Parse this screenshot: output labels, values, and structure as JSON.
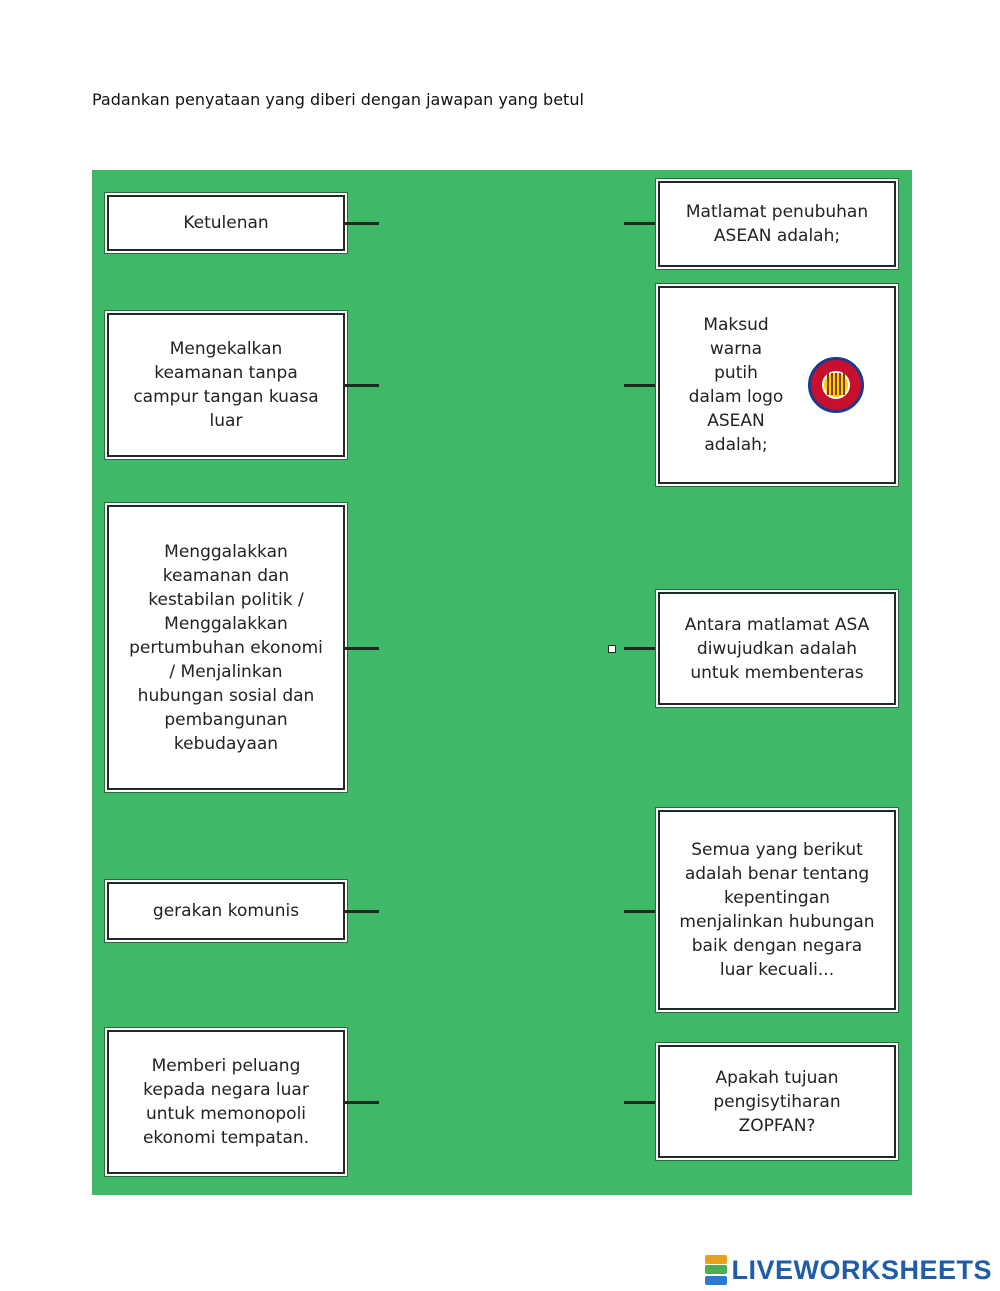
{
  "instruction": "Padankan penyataan yang diberi dengan jawapan yang betul",
  "answers": [
    "Ketulenan",
    "Mengekalkan\nkeamanan tanpa\ncampur tangan kuasa\nluar",
    "Menggalakkan\nkeamanan dan\nkestabilan politik /\nMenggalakkan\npertumbuhan ekonomi\n/ Menjalinkan\nhubungan sosial dan\npembangunan\nkebudayaan",
    "gerakan komunis",
    "Memberi peluang\nkepada negara luar\nuntuk memonopoli\nekonomi tempatan."
  ],
  "questions": [
    "Matlamat penubuhan\nASEAN adalah;",
    "Maksud\nwarna\nputih\ndalam logo\nASEAN\nadalah;",
    "Antara matlamat ASA\ndiwujudkan adalah\nuntuk membenteras",
    "Semua yang berikut\nadalah benar tentang\nkepentingan\nmenjalinkan hubungan\nbaik dengan negara\nluar kecuali...",
    "Apakah tujuan\npengisytiharan\nZOPFAN?"
  ],
  "logo": {
    "name": "asean-logo-icon"
  },
  "brand": {
    "text": "LIVEWORKSHEETS",
    "mark_colors": [
      "#e8a21f",
      "#4cae4f",
      "#2a7bd1"
    ]
  },
  "colors": {
    "board": "#3fb868",
    "brand": "#1f5da8"
  }
}
